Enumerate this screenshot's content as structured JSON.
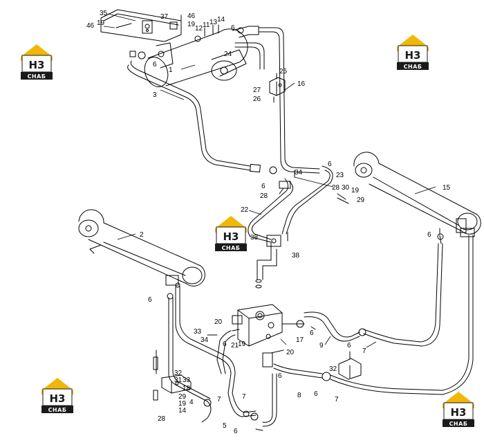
{
  "logo": {
    "mark": "H3",
    "wordmark": "CHAБ",
    "colors": {
      "roof": "#f2b705",
      "bar": "#1a1a1a",
      "text": "#1a1a1a"
    }
  },
  "callouts": [
    "35",
    "46",
    "19",
    "37",
    "46",
    "19",
    "12",
    "11",
    "13",
    "14",
    "6",
    "24",
    "6",
    "1",
    "25",
    "27",
    "26",
    "16",
    "3",
    "6",
    "23",
    "34",
    "6",
    "28",
    "28",
    "30",
    "19",
    "29",
    "15",
    "22",
    "2",
    "6",
    "38",
    "38",
    "6",
    "6",
    "20",
    "33",
    "34",
    "21",
    "19",
    "17",
    "6",
    "9",
    "6",
    "7",
    "20",
    "32",
    "6",
    "8",
    "6",
    "7",
    "18",
    "4",
    "7",
    "7",
    "5",
    "6",
    "29",
    "19",
    "14",
    "28",
    "32",
    "31",
    "33"
  ],
  "colors": {
    "line": "#000000",
    "background": "#ffffff"
  }
}
